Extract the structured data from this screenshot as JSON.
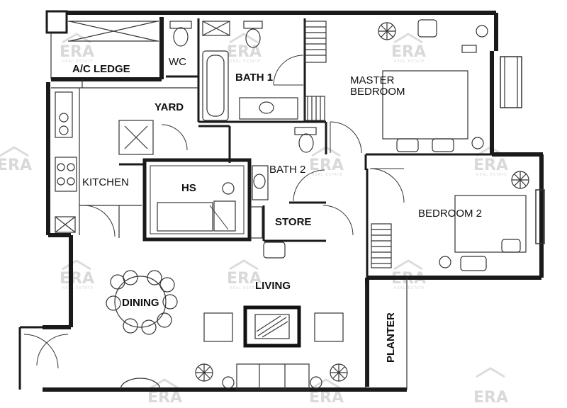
{
  "rooms": {
    "ac_ledge": "A/C LEDGE",
    "wc": "WC",
    "bath1": "BATH 1",
    "master_bedroom_line1": "MASTER",
    "master_bedroom_line2": "BEDROOM",
    "yard": "YARD",
    "kitchen": "KITCHEN",
    "hs": "HS",
    "bath2": "BATH 2",
    "store": "STORE",
    "bedroom2": "BEDROOM 2",
    "dining": "DINING",
    "living": "LIVING",
    "planter": "PLANTER"
  },
  "watermark": {
    "brand": "ERA",
    "sub": "REAL ESTATE"
  },
  "colors": {
    "wall": "#1a1a1a",
    "watermark": "#d9d9d9"
  }
}
